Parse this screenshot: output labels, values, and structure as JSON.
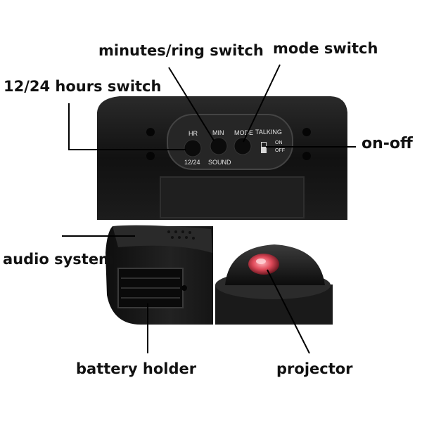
{
  "callouts": {
    "minutes_ring_switch": "minutes/ring switch",
    "mode_switch": "mode switch",
    "hours_switch": "12/24 hours switch",
    "on_off": "on-off",
    "audio_system": "audio system",
    "battery_holder": "battery holder",
    "projector": "projector"
  },
  "panel_labels": {
    "hr": "HR",
    "min": "MIN",
    "mode": "MODE",
    "talking": "TALKING",
    "on": "ON",
    "off": "OFF",
    "twelve_24": "12/24",
    "sound": "SOUND"
  },
  "colors": {
    "device_body": "#151515",
    "panel": "#232323",
    "lens": "#e04a5a",
    "leader_line": "#000000"
  }
}
